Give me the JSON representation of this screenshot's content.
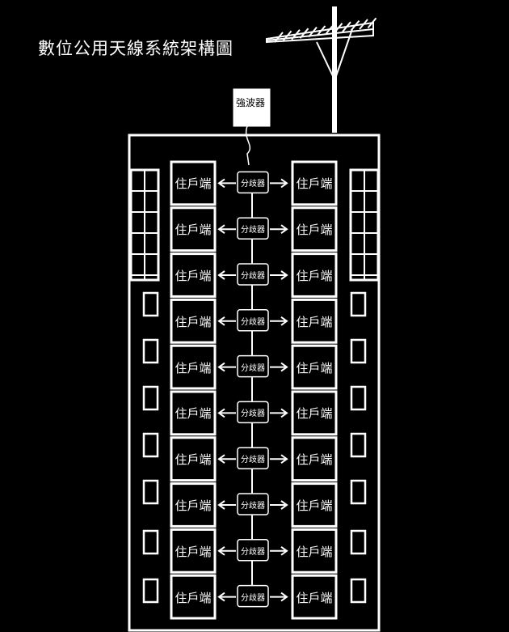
{
  "title": "數位公用天線系統架構圖",
  "amplifier_label": "強波器",
  "unit_label": "住戶端",
  "splitter_label": "分歧器",
  "floors": 10,
  "colors": {
    "background": "#000000",
    "line": "#ffffff"
  }
}
